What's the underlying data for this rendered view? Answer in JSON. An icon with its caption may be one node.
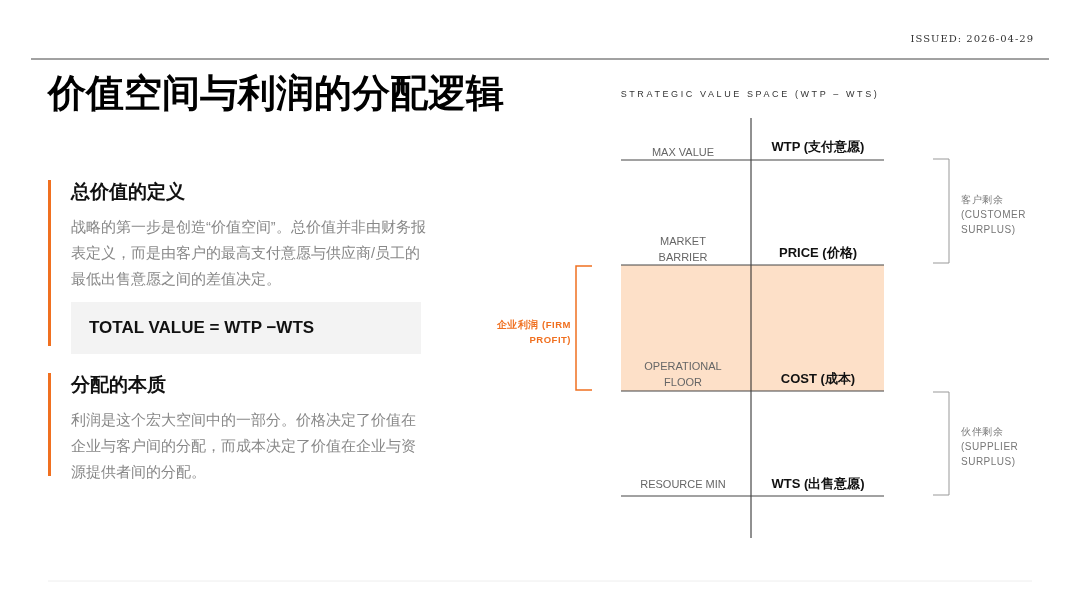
{
  "diagram": {
    "title": "价值空间与利润的分配逻辑",
    "nodes": [
      {
        "text": [
          "总价值的定义",
          "战略的第一步是创造“价值空间”。总价值并非由财务报表定义，而是由客户的最高支付意愿与供应商/员工的最低出售意愿之间的差值决定。"
        ]
      },
      {
        "text": [
          "TOTAL VALUE = WTP −WTS"
        ],
        "in": 0
      },
      {
        "text": [
          "分配的本质",
          "利润是这个宏大空间中的一部分。价格决定了价值在企业与客户间的分配，而成本决定了价值在企业与资源提供者间的分配。"
        ]
      },
      {
        "text": [],
        "shape": "bar"
      }
    ],
    "edges": [],
    "labels": [
      "ISSUED: 2026-04-29",
      "STRATEGIC VALUE SPACE (WTP – WTS)",
      "MAX VALUE",
      "WTP (支付意愿)",
      "客户剩余 (CUSTOMER SURPLUS)",
      "MARKET BARRIER",
      "PRICE (价格)",
      "企业利润 (FIRM PROFIT)",
      "OPERATIONAL FLOOR",
      "COST (成本)",
      "伙伴剩余 (SUPPLIER SURPLUS)",
      "RESOURCE MIN",
      "WTS (出售意愿)"
    ]
  }
}
